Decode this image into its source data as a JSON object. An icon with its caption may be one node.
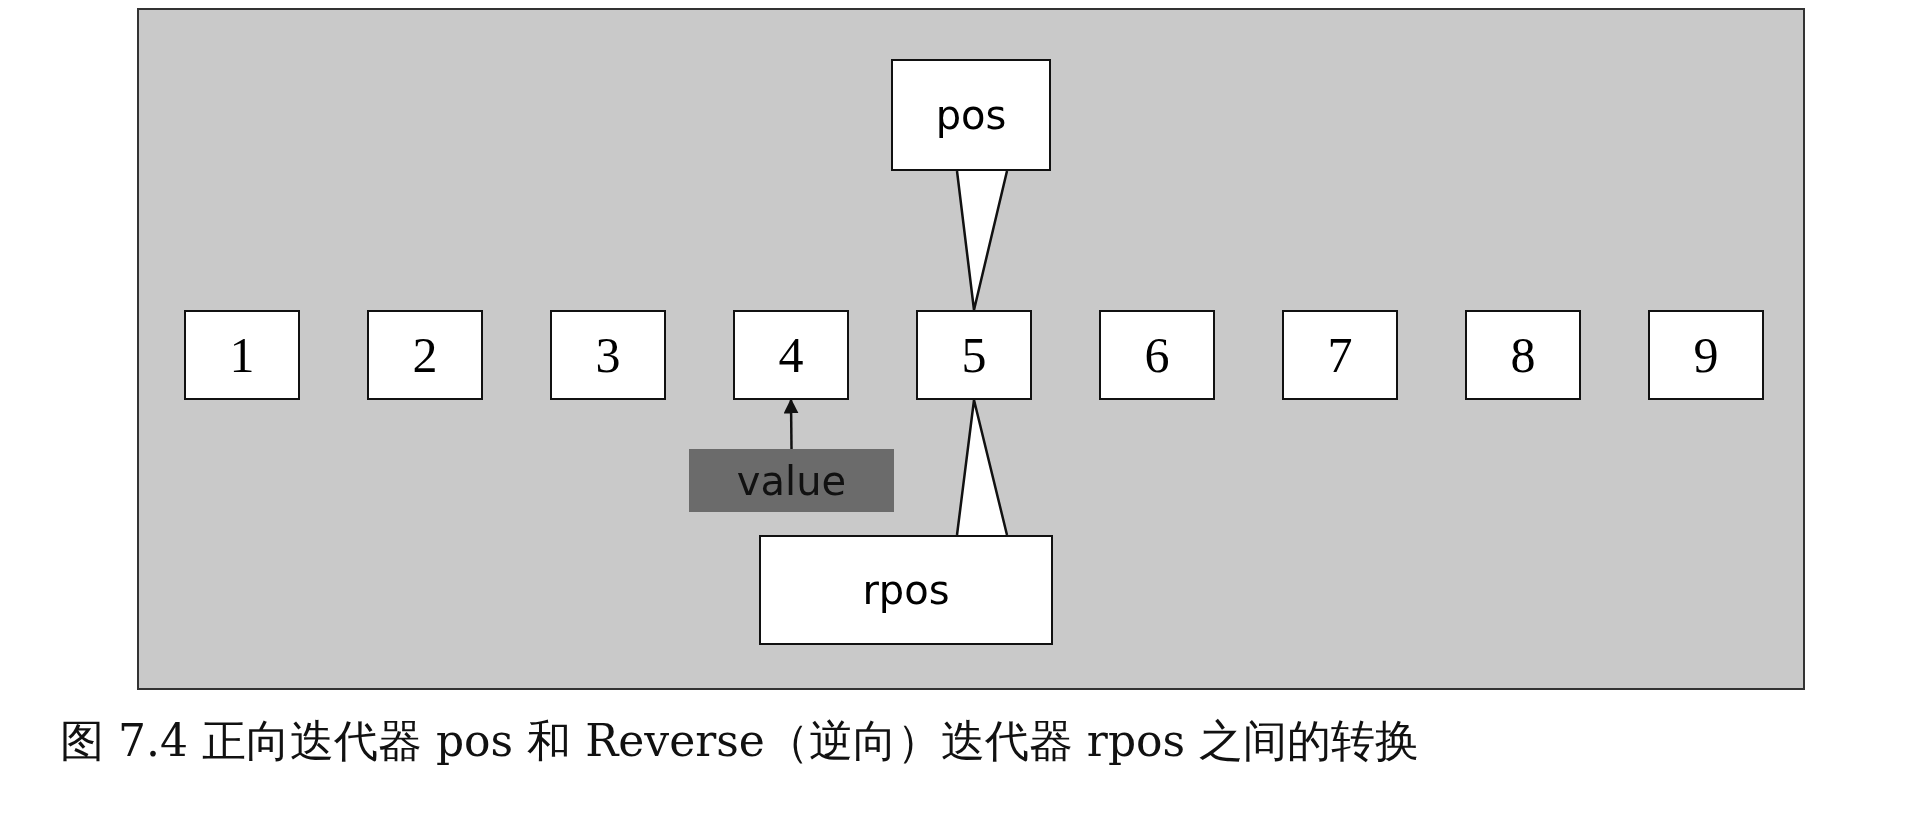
{
  "diagram": {
    "caption": "图 7.4 正向迭代器 pos 和 Reverse（逆向）迭代器 rpos 之间的转换",
    "nodes": [
      {
        "text": [
          "pos"
        ]
      },
      {
        "text": [
          "1"
        ]
      },
      {
        "text": [
          "2"
        ]
      },
      {
        "text": [
          "3"
        ]
      },
      {
        "text": [
          "4"
        ]
      },
      {
        "text": [
          "5"
        ]
      },
      {
        "text": [
          "6"
        ]
      },
      {
        "text": [
          "7"
        ]
      },
      {
        "text": [
          "8"
        ]
      },
      {
        "text": [
          "9"
        ]
      },
      {
        "text": [
          "value"
        ]
      },
      {
        "text": [
          "rpos"
        ]
      }
    ],
    "edges": [
      {
        "from": 0,
        "to": 5,
        "arrow": "none"
      },
      {
        "from": 10,
        "to": 4,
        "arrow": "to"
      },
      {
        "from": 11,
        "to": 5,
        "arrow": "none"
      }
    ]
  }
}
